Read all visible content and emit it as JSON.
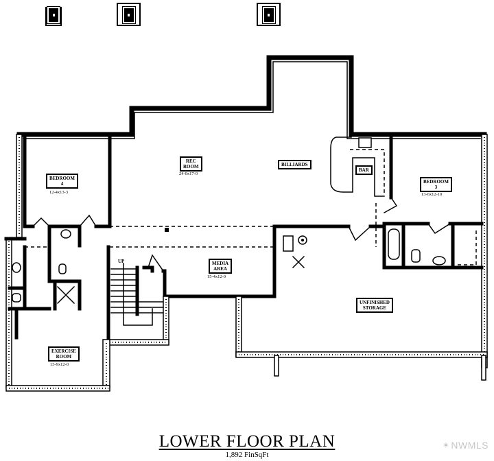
{
  "title": "LOWER FLOOR PLAN",
  "subtitle": "1,892 FinSqFt",
  "watermark": "NWMLS",
  "watermark_logo": "✶",
  "stairs_label": "UP",
  "rooms": {
    "bedroom4": {
      "name": "BEDROOM\n4",
      "dims": "12-4x13-3"
    },
    "rec_room": {
      "name": "REC\nROOM",
      "dims": "24-0x17-0"
    },
    "billiards": {
      "name": "BILLIARDS"
    },
    "bar": {
      "name": "BAR"
    },
    "bedroom3": {
      "name": "BEDROOM\n3",
      "dims": "13-6x12-10"
    },
    "media_area": {
      "name": "MEDIA\nAREA",
      "dims": "15-4x12-0"
    },
    "unfinished_storage": {
      "name": "UNFINISHED\nSTORAGE"
    },
    "exercise_room": {
      "name": "EXERCISE\nROOM",
      "dims": "13-9x12-0"
    }
  },
  "colors": {
    "line": "#000000",
    "background": "#ffffff",
    "watermark": "#c8c8c8"
  }
}
